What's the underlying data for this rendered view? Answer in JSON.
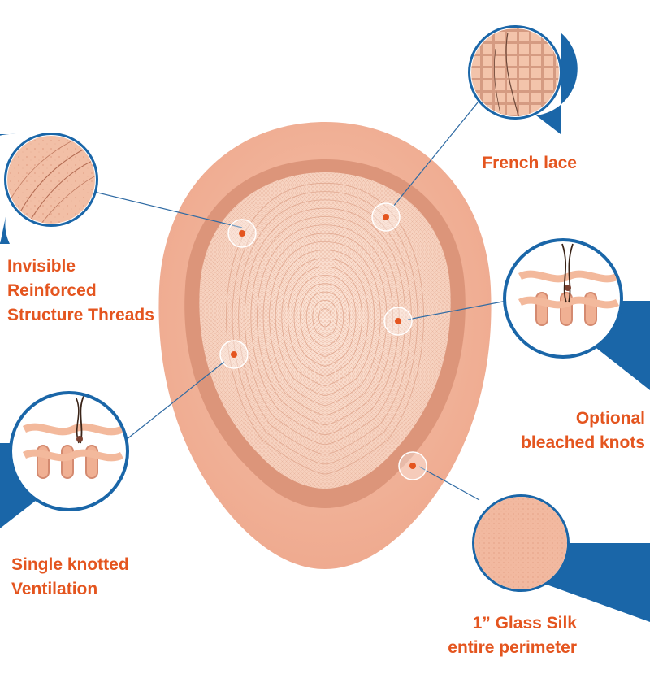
{
  "colors": {
    "label": "#e4551f",
    "callout_blue": "#1a66a8",
    "leader_line": "#2e6aa3",
    "base_skin": "#f1b39a",
    "inner_lace": "#f8d7c7",
    "band": "#d98c72"
  },
  "callouts": {
    "reinforced": {
      "lines": [
        "Invisible",
        "Reinforced",
        "Structure Threads"
      ],
      "icon": "skin-texture-zoom"
    },
    "french_lace": {
      "lines": [
        "French lace"
      ],
      "icon": "lace-grid-zoom"
    },
    "bleached": {
      "lines": [
        "Optional",
        "bleached knots"
      ],
      "icon": "weave-knot-double"
    },
    "single_knot": {
      "lines": [
        "Single knotted",
        "Ventilation"
      ],
      "icon": "weave-knot-single"
    },
    "glass_silk": {
      "lines": [
        "1”  Glass Silk",
        "entire perimeter"
      ],
      "icon": "silk-texture-zoom"
    }
  }
}
